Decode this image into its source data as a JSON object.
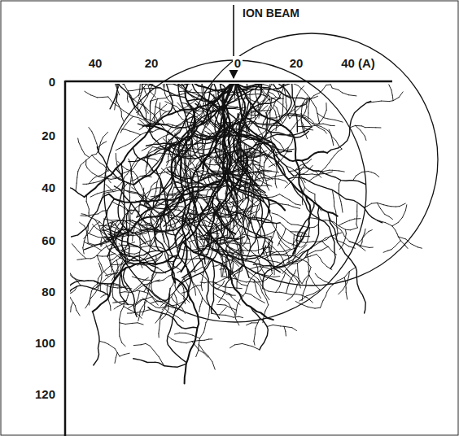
{
  "diagram": {
    "labels": [
      "ION BEAM",
      "40",
      "20",
      "0",
      "20",
      "40 (A)",
      "0",
      "20",
      "40",
      "60",
      "80",
      "100",
      "120"
    ]
  }
}
